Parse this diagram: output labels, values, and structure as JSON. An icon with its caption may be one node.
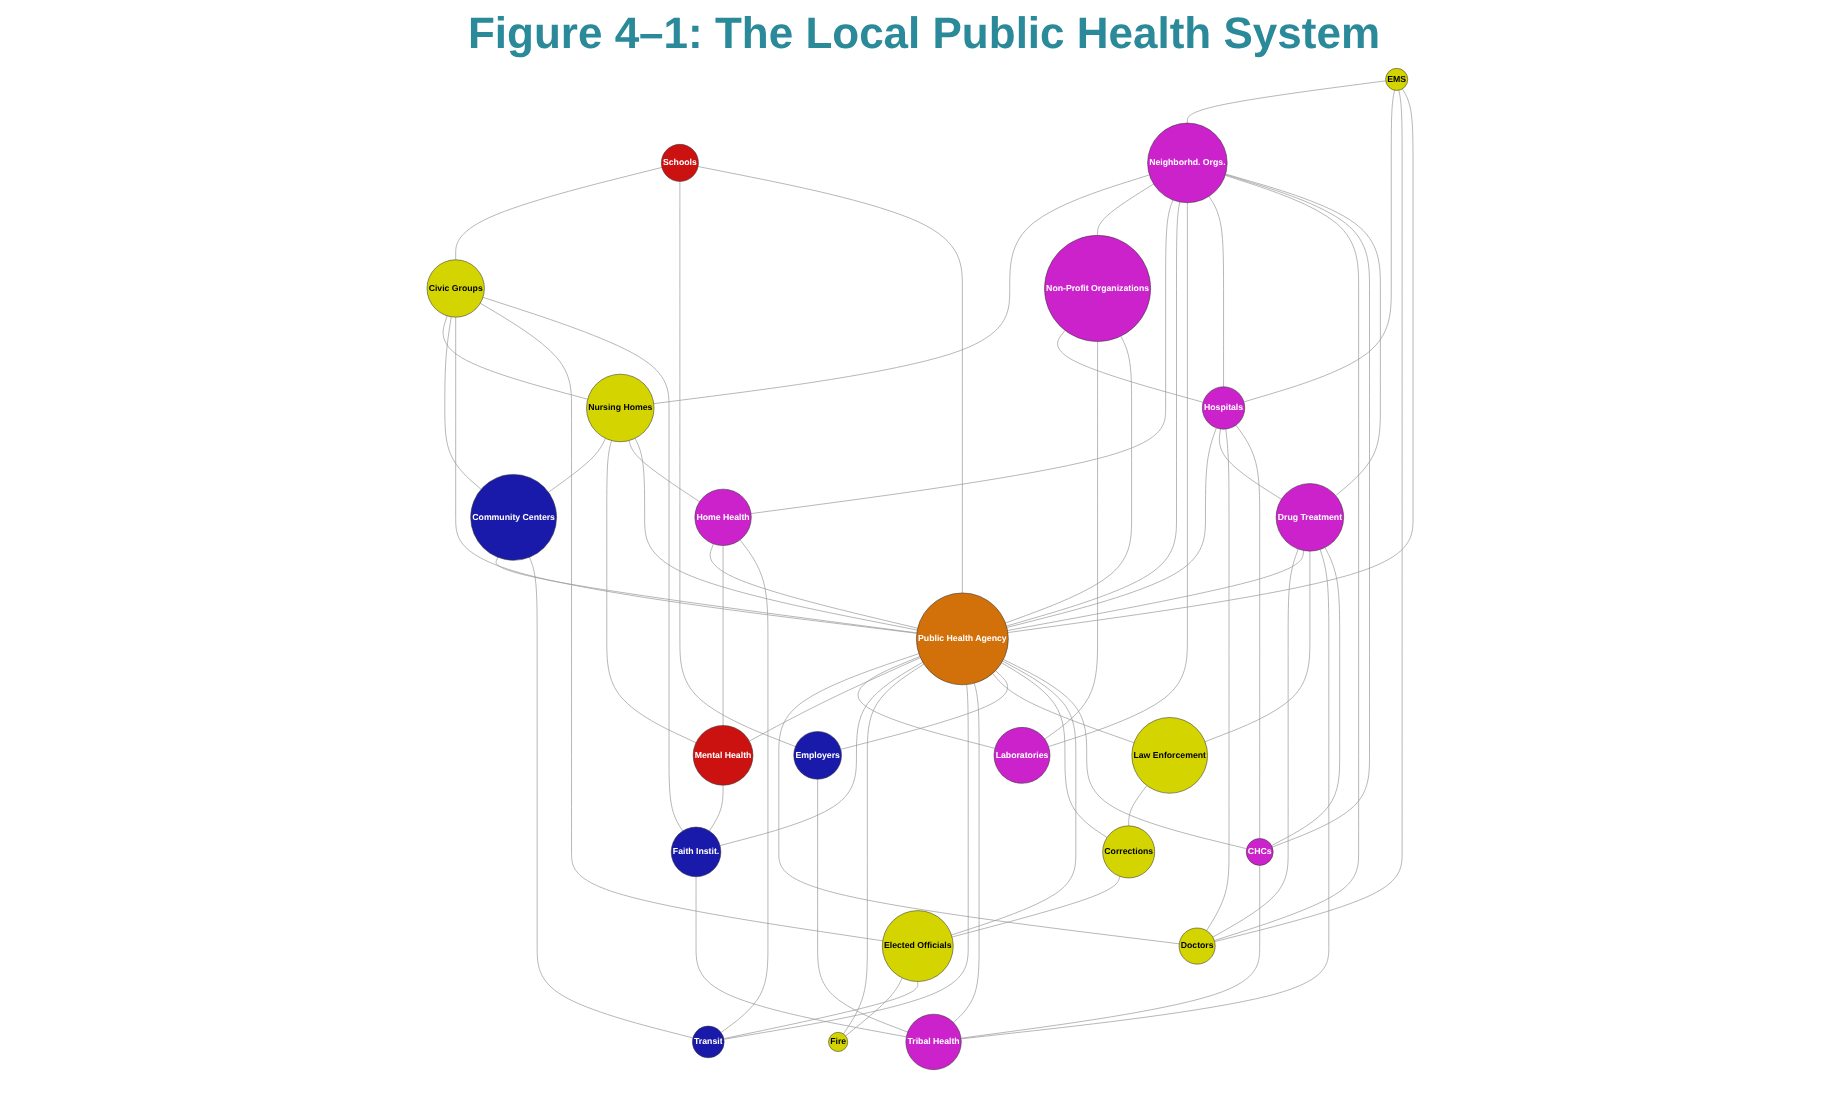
{
  "diagram": {
    "title": "Figure 4–1: The Local Public Health System",
    "nodes": [
      {
        "text": [
          "Schools"
        ]
      },
      {
        "text": [
          "Civic Groups"
        ]
      },
      {
        "text": [
          "EMS"
        ]
      },
      {
        "text": [
          "Neighborhd. Orgs."
        ]
      },
      {
        "text": [
          "Nursing Homes"
        ]
      },
      {
        "text": [
          "Non-Profit Organizations"
        ]
      },
      {
        "text": [
          "Community Centers"
        ]
      },
      {
        "text": [
          "Hospitals"
        ]
      },
      {
        "text": [
          "Home Health"
        ]
      },
      {
        "text": [
          "Drug Treatment"
        ]
      },
      {
        "text": [
          "Public Health Agency"
        ]
      },
      {
        "text": [
          "Laboratories"
        ]
      },
      {
        "text": [
          "Doctors"
        ]
      },
      {
        "text": [
          "Mental Health"
        ]
      },
      {
        "text": [
          "Law Enforcement"
        ]
      },
      {
        "text": [
          "Faith Instit."
        ]
      },
      {
        "text": [
          "CHCs"
        ]
      },
      {
        "text": [
          "Tribal Health"
        ]
      },
      {
        "text": [
          "Fire"
        ]
      },
      {
        "text": [
          "Transit"
        ]
      },
      {
        "text": [
          "Employers"
        ]
      },
      {
        "text": [
          "Corrections"
        ]
      },
      {
        "text": [
          "Elected Officials"
        ]
      }
    ],
    "edges": [
      {
        "from": 0,
        "to": 1,
        "arrow": "none"
      },
      {
        "from": 0,
        "to": 20,
        "arrow": "none"
      },
      {
        "from": 0,
        "to": 10,
        "arrow": "none"
      },
      {
        "from": 2,
        "to": 3,
        "arrow": "none"
      },
      {
        "from": 2,
        "to": 7,
        "arrow": "none"
      },
      {
        "from": 2,
        "to": 12,
        "arrow": "none"
      },
      {
        "from": 2,
        "to": 10,
        "arrow": "none"
      },
      {
        "from": 3,
        "to": 4,
        "arrow": "none"
      },
      {
        "from": 3,
        "to": 5,
        "arrow": "none"
      },
      {
        "from": 3,
        "to": 8,
        "arrow": "none"
      },
      {
        "from": 3,
        "to": 10,
        "arrow": "none"
      },
      {
        "from": 3,
        "to": 11,
        "arrow": "none"
      },
      {
        "from": 3,
        "to": 7,
        "arrow": "none"
      },
      {
        "from": 3,
        "to": 12,
        "arrow": "none"
      },
      {
        "from": 3,
        "to": 16,
        "arrow": "none"
      },
      {
        "from": 3,
        "to": 9,
        "arrow": "none"
      },
      {
        "from": 1,
        "to": 4,
        "arrow": "none"
      },
      {
        "from": 1,
        "to": 6,
        "arrow": "none"
      },
      {
        "from": 1,
        "to": 10,
        "arrow": "none"
      },
      {
        "from": 1,
        "to": 22,
        "arrow": "none"
      },
      {
        "from": 1,
        "to": 15,
        "arrow": "none"
      },
      {
        "from": 4,
        "to": 6,
        "arrow": "none"
      },
      {
        "from": 4,
        "to": 13,
        "arrow": "none"
      },
      {
        "from": 4,
        "to": 8,
        "arrow": "none"
      },
      {
        "from": 4,
        "to": 10,
        "arrow": "none"
      },
      {
        "from": 5,
        "to": 7,
        "arrow": "none"
      },
      {
        "from": 5,
        "to": 11,
        "arrow": "none"
      },
      {
        "from": 5,
        "to": 10,
        "arrow": "none"
      },
      {
        "from": 6,
        "to": 10,
        "arrow": "none"
      },
      {
        "from": 6,
        "to": 19,
        "arrow": "none"
      },
      {
        "from": 7,
        "to": 10,
        "arrow": "none"
      },
      {
        "from": 7,
        "to": 9,
        "arrow": "none"
      },
      {
        "from": 7,
        "to": 12,
        "arrow": "none"
      },
      {
        "from": 7,
        "to": 16,
        "arrow": "none"
      },
      {
        "from": 8,
        "to": 10,
        "arrow": "none"
      },
      {
        "from": 8,
        "to": 13,
        "arrow": "none"
      },
      {
        "from": 8,
        "to": 19,
        "arrow": "none"
      },
      {
        "from": 9,
        "to": 12,
        "arrow": "none"
      },
      {
        "from": 9,
        "to": 10,
        "arrow": "none"
      },
      {
        "from": 9,
        "to": 14,
        "arrow": "none"
      },
      {
        "from": 9,
        "to": 17,
        "arrow": "none"
      },
      {
        "from": 9,
        "to": 16,
        "arrow": "none"
      },
      {
        "from": 10,
        "to": 12,
        "arrow": "none"
      },
      {
        "from": 10,
        "to": 11,
        "arrow": "none"
      },
      {
        "from": 10,
        "to": 13,
        "arrow": "none"
      },
      {
        "from": 10,
        "to": 15,
        "arrow": "none"
      },
      {
        "from": 10,
        "to": 18,
        "arrow": "none"
      },
      {
        "from": 10,
        "to": 19,
        "arrow": "none"
      },
      {
        "from": 10,
        "to": 17,
        "arrow": "none"
      },
      {
        "from": 10,
        "to": 14,
        "arrow": "none"
      },
      {
        "from": 10,
        "to": 20,
        "arrow": "none"
      },
      {
        "from": 10,
        "to": 21,
        "arrow": "none"
      },
      {
        "from": 10,
        "to": 22,
        "arrow": "none"
      },
      {
        "from": 10,
        "to": 16,
        "arrow": "none"
      },
      {
        "from": 13,
        "to": 15,
        "arrow": "none"
      },
      {
        "from": 15,
        "to": 17,
        "arrow": "none"
      },
      {
        "from": 14,
        "to": 21,
        "arrow": "none"
      },
      {
        "from": 16,
        "to": 17,
        "arrow": "none"
      },
      {
        "from": 20,
        "to": 17,
        "arrow": "none"
      },
      {
        "from": 21,
        "to": 22,
        "arrow": "none"
      },
      {
        "from": 22,
        "to": 18,
        "arrow": "none"
      },
      {
        "from": 22,
        "to": 19,
        "arrow": "none"
      }
    ]
  }
}
